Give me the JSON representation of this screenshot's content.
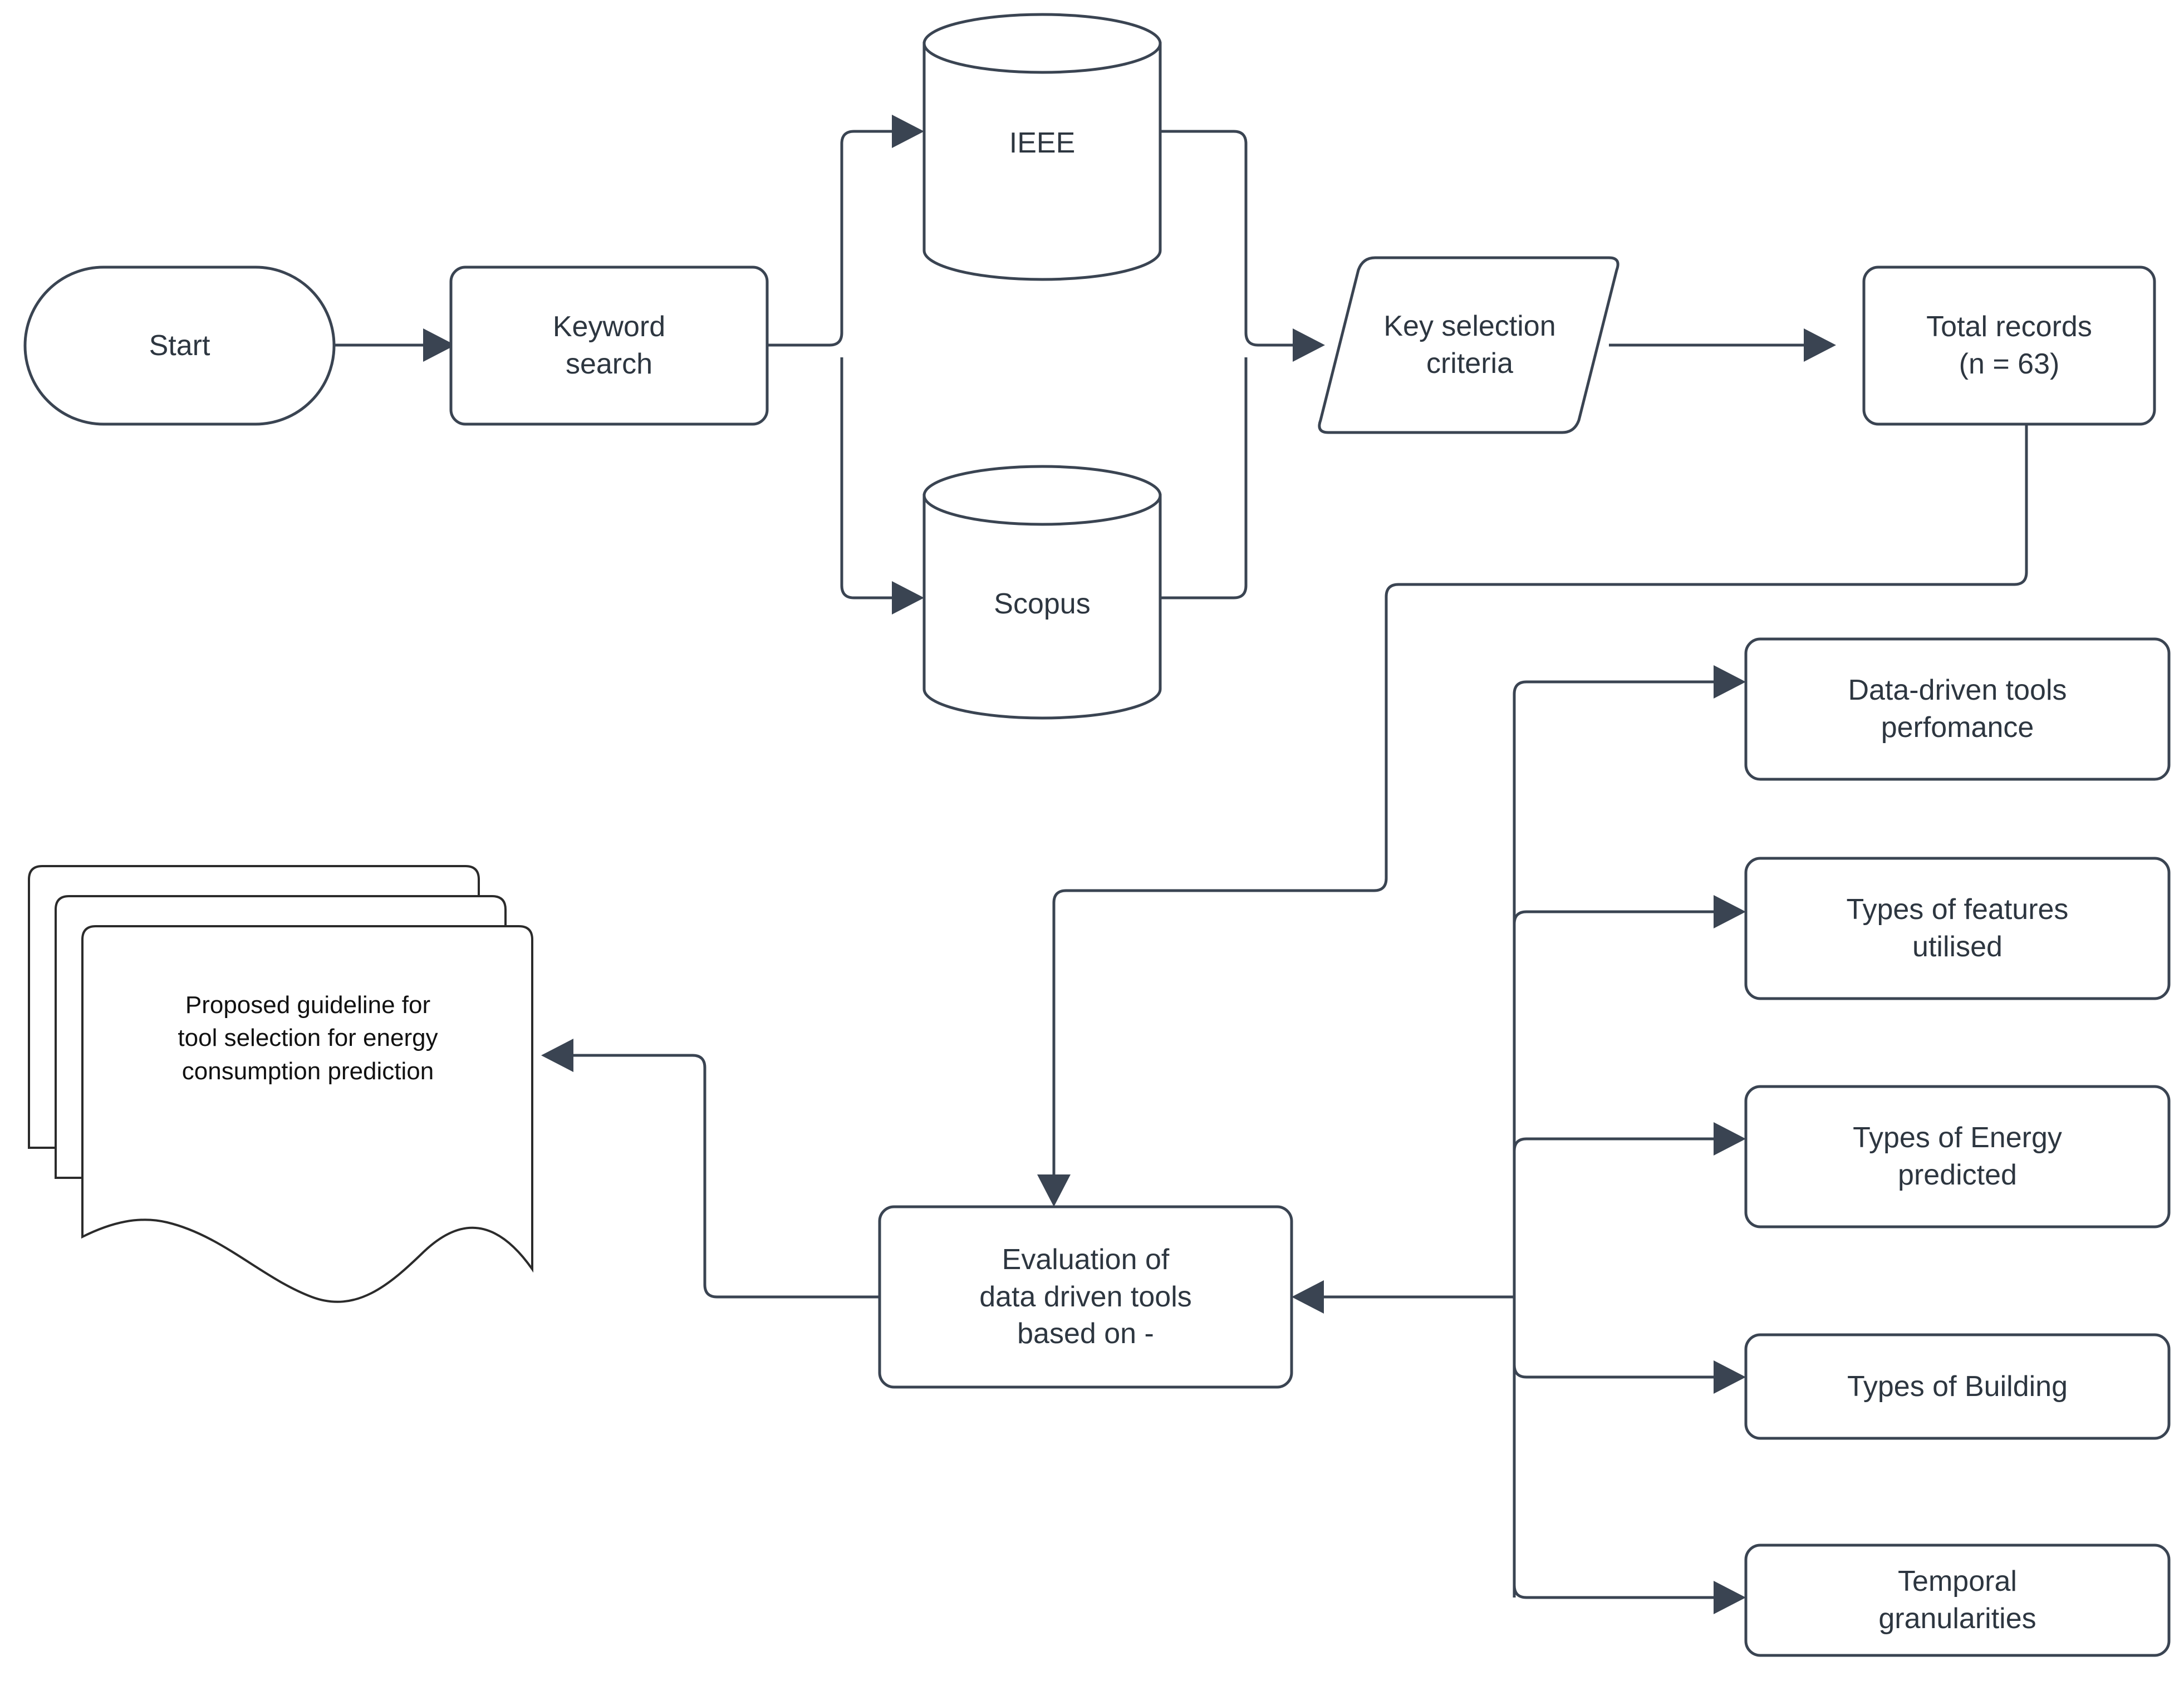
{
  "diagram": {
    "title": "Systematic literature review methodology flowchart",
    "stroke_color": "#3a4452",
    "background_color": "#ffffff",
    "text_color": "#2d3640"
  },
  "nodes": {
    "start": {
      "label": "Start",
      "shape": "terminator"
    },
    "keyword_search": {
      "label": "Keyword\nsearch",
      "shape": "process"
    },
    "ieee": {
      "label": "IEEE",
      "shape": "database"
    },
    "scopus": {
      "label": "Scopus",
      "shape": "database"
    },
    "key_selection_criteria": {
      "label": "Key selection\ncriteria",
      "shape": "parallelogram"
    },
    "total_records": {
      "label": "Total records\n(n = 63)",
      "shape": "process"
    },
    "evaluation": {
      "label": "Evaluation of\ndata driven tools\nbased on -",
      "shape": "process"
    },
    "proposed_guideline": {
      "label": "Proposed guideline for\ntool selection for energy\nconsumption prediction",
      "shape": "multi-document"
    }
  },
  "criteria": [
    {
      "label": "Data-driven tools\nperfomance"
    },
    {
      "label": "Types of features\nutilised"
    },
    {
      "label": "Types of Energy\npredicted"
    },
    {
      "label": "Types of Building"
    },
    {
      "label": "Temporal\ngranularities"
    }
  ],
  "edges": [
    {
      "from": "start",
      "to": "keyword_search"
    },
    {
      "from": "keyword_search",
      "to": "ieee"
    },
    {
      "from": "keyword_search",
      "to": "scopus"
    },
    {
      "from": "ieee",
      "to": "key_selection_criteria"
    },
    {
      "from": "scopus",
      "to": "key_selection_criteria"
    },
    {
      "from": "key_selection_criteria",
      "to": "total_records"
    },
    {
      "from": "total_records",
      "to": "evaluation"
    },
    {
      "from": "criteria_trunk",
      "to": "evaluation"
    },
    {
      "from": "evaluation",
      "to": "proposed_guideline"
    }
  ]
}
